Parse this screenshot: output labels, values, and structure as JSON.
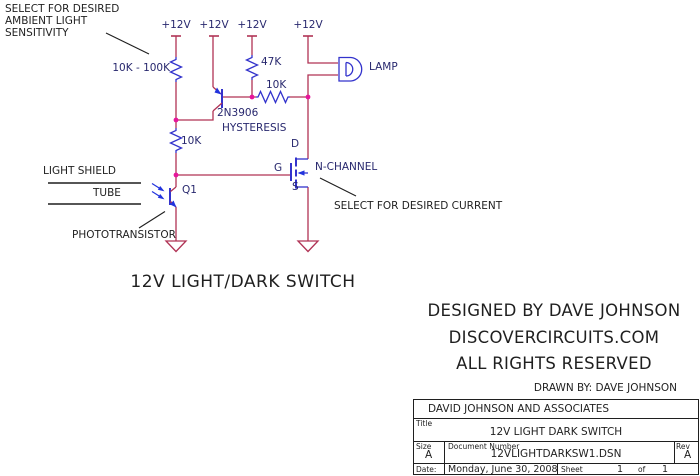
{
  "colors": {
    "wire": "#B03355",
    "junction": "#E6169B",
    "component": "#3333CC",
    "component_text": "#28286E",
    "annotation_text": "#1F1F1F"
  },
  "schematic": {
    "power_labels": [
      "+12V",
      "+12V",
      "+12V",
      "+12V"
    ],
    "note_sensitivity_line1": "SELECT FOR DESIRED",
    "note_sensitivity_line2": "AMBIENT LIGHT",
    "note_sensitivity_line3": "SENSITIVITY",
    "r_ambient": "10K - 100K",
    "r_pullup": "47K",
    "r_feedback": "10K",
    "r_divider": "10K",
    "transistor": "2N3906",
    "hysteresis_label": "HYSTERESIS",
    "q1_label": "Q1",
    "lamp_label": "LAMP",
    "drain_label": "D",
    "gate_label": "G",
    "source_label": "S",
    "mosfet_type": "N-CHANNEL",
    "light_shield_label": "LIGHT SHIELD",
    "tube_label": "TUBE",
    "phototransistor_label": "PHOTOTRANSISTOR",
    "note_current": "SELECT FOR DESIRED CURRENT",
    "title": "12V LIGHT/DARK SWITCH"
  },
  "credits": {
    "designed_by": "DESIGNED BY DAVE JOHNSON",
    "website": "DISCOVERCIRCUITS.COM",
    "rights": "ALL RIGHTS RESERVED",
    "drawn_by": "DRAWN BY: DAVE JOHNSON"
  },
  "title_block": {
    "company": "DAVID JOHNSON AND ASSOCIATES",
    "title_label": "Title",
    "title": "12V LIGHT DARK SWITCH",
    "size_label": "Size",
    "size": "A",
    "doc_label": "Document Number",
    "doc_number": "12VLIGHTDARKSW1.DSN",
    "rev_label": "Rev",
    "rev": "A",
    "date_label": "Date:",
    "date": "Monday, June 30, 2008",
    "sheet_label": "Sheet",
    "sheet_number": "1",
    "of_label": "of",
    "sheet_total": "1"
  }
}
